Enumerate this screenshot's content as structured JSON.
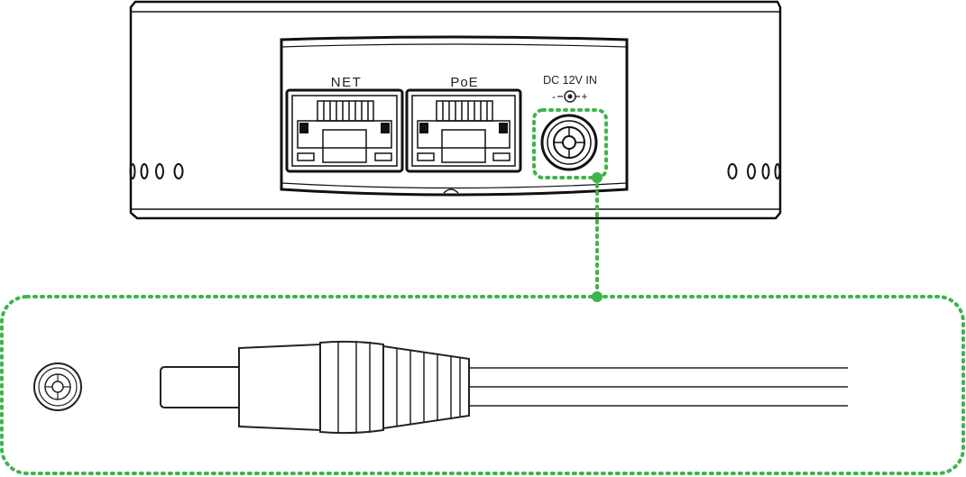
{
  "ports": {
    "net_label": "NET",
    "poe_label": "PoE",
    "dc_label": "DC 12V IN",
    "dc_polarity_minus": "-",
    "dc_polarity_plus": "+"
  },
  "icons": {
    "vent": "vent-holes-icon",
    "rj45": "rj45-port-icon",
    "dc_jack": "dc-jack-icon",
    "polarity": "center-positive-polarity-icon",
    "plug": "dc-plug-icon",
    "plug_end": "dc-plug-end-view-icon"
  },
  "colors": {
    "callout": "#3cb54a",
    "outline": "#111111",
    "label": "#222222"
  }
}
